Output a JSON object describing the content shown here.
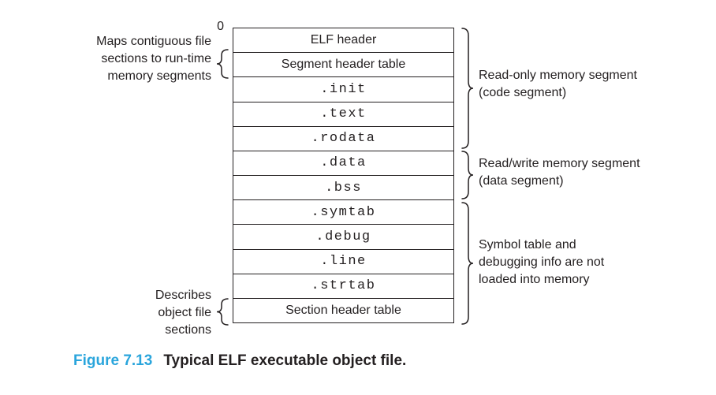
{
  "figure": {
    "origin_label": "0",
    "rows": [
      {
        "label": "ELF header"
      },
      {
        "label": "Segment header table"
      },
      {
        "label": ".init"
      },
      {
        "label": ".text"
      },
      {
        "label": ".rodata"
      },
      {
        "label": ".data"
      },
      {
        "label": ".bss"
      },
      {
        "label": ".symtab"
      },
      {
        "label": ".debug"
      },
      {
        "label": ".line"
      },
      {
        "label": ".strtab"
      },
      {
        "label": "Section header table"
      }
    ],
    "annotations": {
      "left_top": {
        "lines": [
          "Maps contiguous file",
          "sections to run-time",
          "memory segments"
        ]
      },
      "left_bottom": {
        "lines": [
          "Describes",
          "object file",
          "sections"
        ]
      },
      "right_code": {
        "lines": [
          "Read-only memory segment",
          "(code segment)"
        ]
      },
      "right_data": {
        "lines": [
          "Read/write memory segment",
          "(data segment)"
        ]
      },
      "right_sym": {
        "lines": [
          "Symbol table and",
          "debugging info are not",
          "loaded into memory"
        ]
      }
    },
    "caption": {
      "number": "Figure 7.13",
      "title": "Typical ELF executable object file."
    },
    "colors": {
      "ink": "#231f20",
      "caption_accent": "#2aa5dc",
      "background": "#ffffff"
    }
  }
}
